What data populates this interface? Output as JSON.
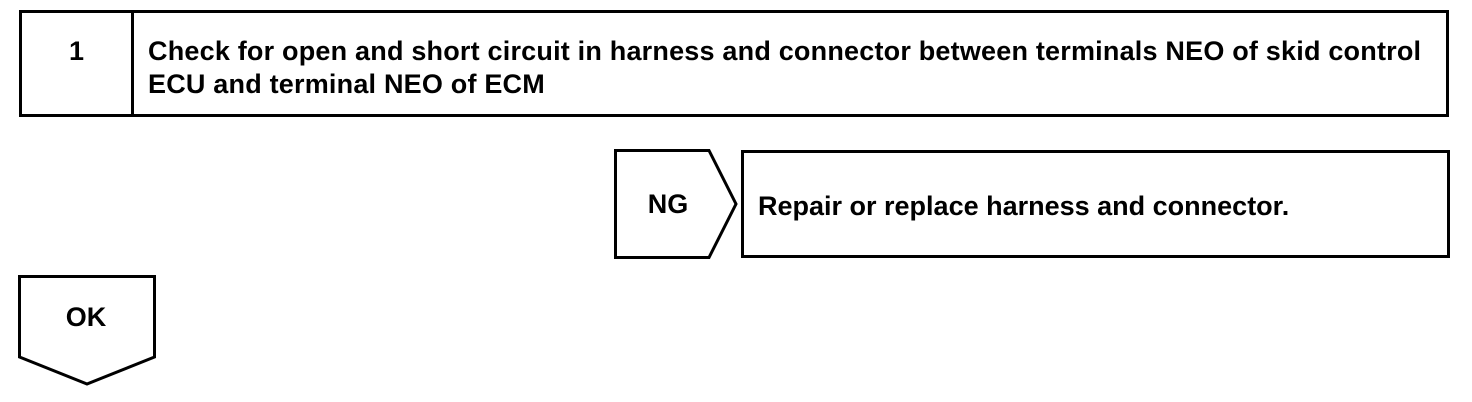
{
  "step": {
    "number": "1",
    "text": "Check for open and short circuit in harness and connector between terminals NEO of skid control ECU and terminal NEO of ECM"
  },
  "ng": {
    "label": "NG",
    "result": "Repair or replace harness and connector."
  },
  "ok": {
    "label": "OK"
  }
}
